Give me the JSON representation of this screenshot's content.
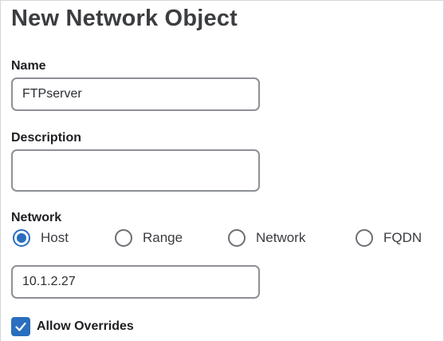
{
  "form": {
    "title": "New Network Object",
    "name": {
      "label": "Name",
      "value": "FTPserver"
    },
    "description": {
      "label": "Description",
      "value": ""
    },
    "network": {
      "label": "Network",
      "options": [
        {
          "label": "Host",
          "selected": true
        },
        {
          "label": "Range",
          "selected": false
        },
        {
          "label": "Network",
          "selected": false
        },
        {
          "label": "FQDN",
          "selected": false
        }
      ],
      "value": "10.1.2.27"
    },
    "allow_overrides": {
      "label": "Allow Overrides",
      "checked": true
    }
  },
  "colors": {
    "accent": "#2a6ebf",
    "input_border": "#8d9196"
  }
}
